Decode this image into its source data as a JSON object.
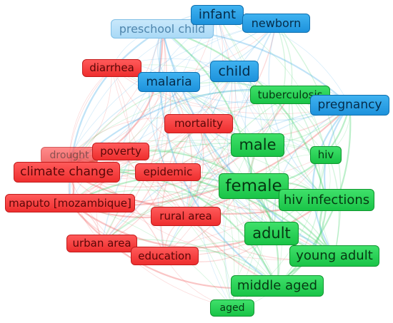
{
  "colors": {
    "red": "#ee3a3a",
    "green": "#22c34f",
    "blue": "#2a9de4",
    "light_blue": "#aad9f6"
  },
  "clusters": [
    {
      "color": "red",
      "terms": [
        "diarrhea",
        "mortality",
        "poverty",
        "drought",
        "climate change",
        "epidemic",
        "maputo [mozambique]",
        "rural area",
        "urban area",
        "education"
      ]
    },
    {
      "color": "green",
      "terms": [
        "tuberculosis",
        "male",
        "hiv",
        "female",
        "hiv infections",
        "adult",
        "young adult",
        "middle aged",
        "aged"
      ]
    },
    {
      "color": "blue",
      "terms": [
        "infant",
        "newborn",
        "preschool child",
        "child",
        "malaria",
        "pregnancy"
      ]
    }
  ],
  "nodes": {
    "infant": "infant",
    "newborn": "newborn",
    "preschool_child": "preschool child",
    "child": "child",
    "malaria": "malaria",
    "pregnancy": "pregnancy",
    "diarrhea": "diarrhea",
    "mortality": "mortality",
    "drought": "drought",
    "poverty": "poverty",
    "climate_change": "climate change",
    "epidemic": "epidemic",
    "maputo": "maputo [mozambique]",
    "rural_area": "rural area",
    "urban_area": "urban area",
    "education": "education",
    "tuberculosis": "tuberculosis",
    "male": "male",
    "hiv": "hiv",
    "female": "female",
    "hiv_infections": "hiv infections",
    "adult": "adult",
    "young_adult": "young adult",
    "middle_aged": "middle aged",
    "aged": "aged"
  }
}
